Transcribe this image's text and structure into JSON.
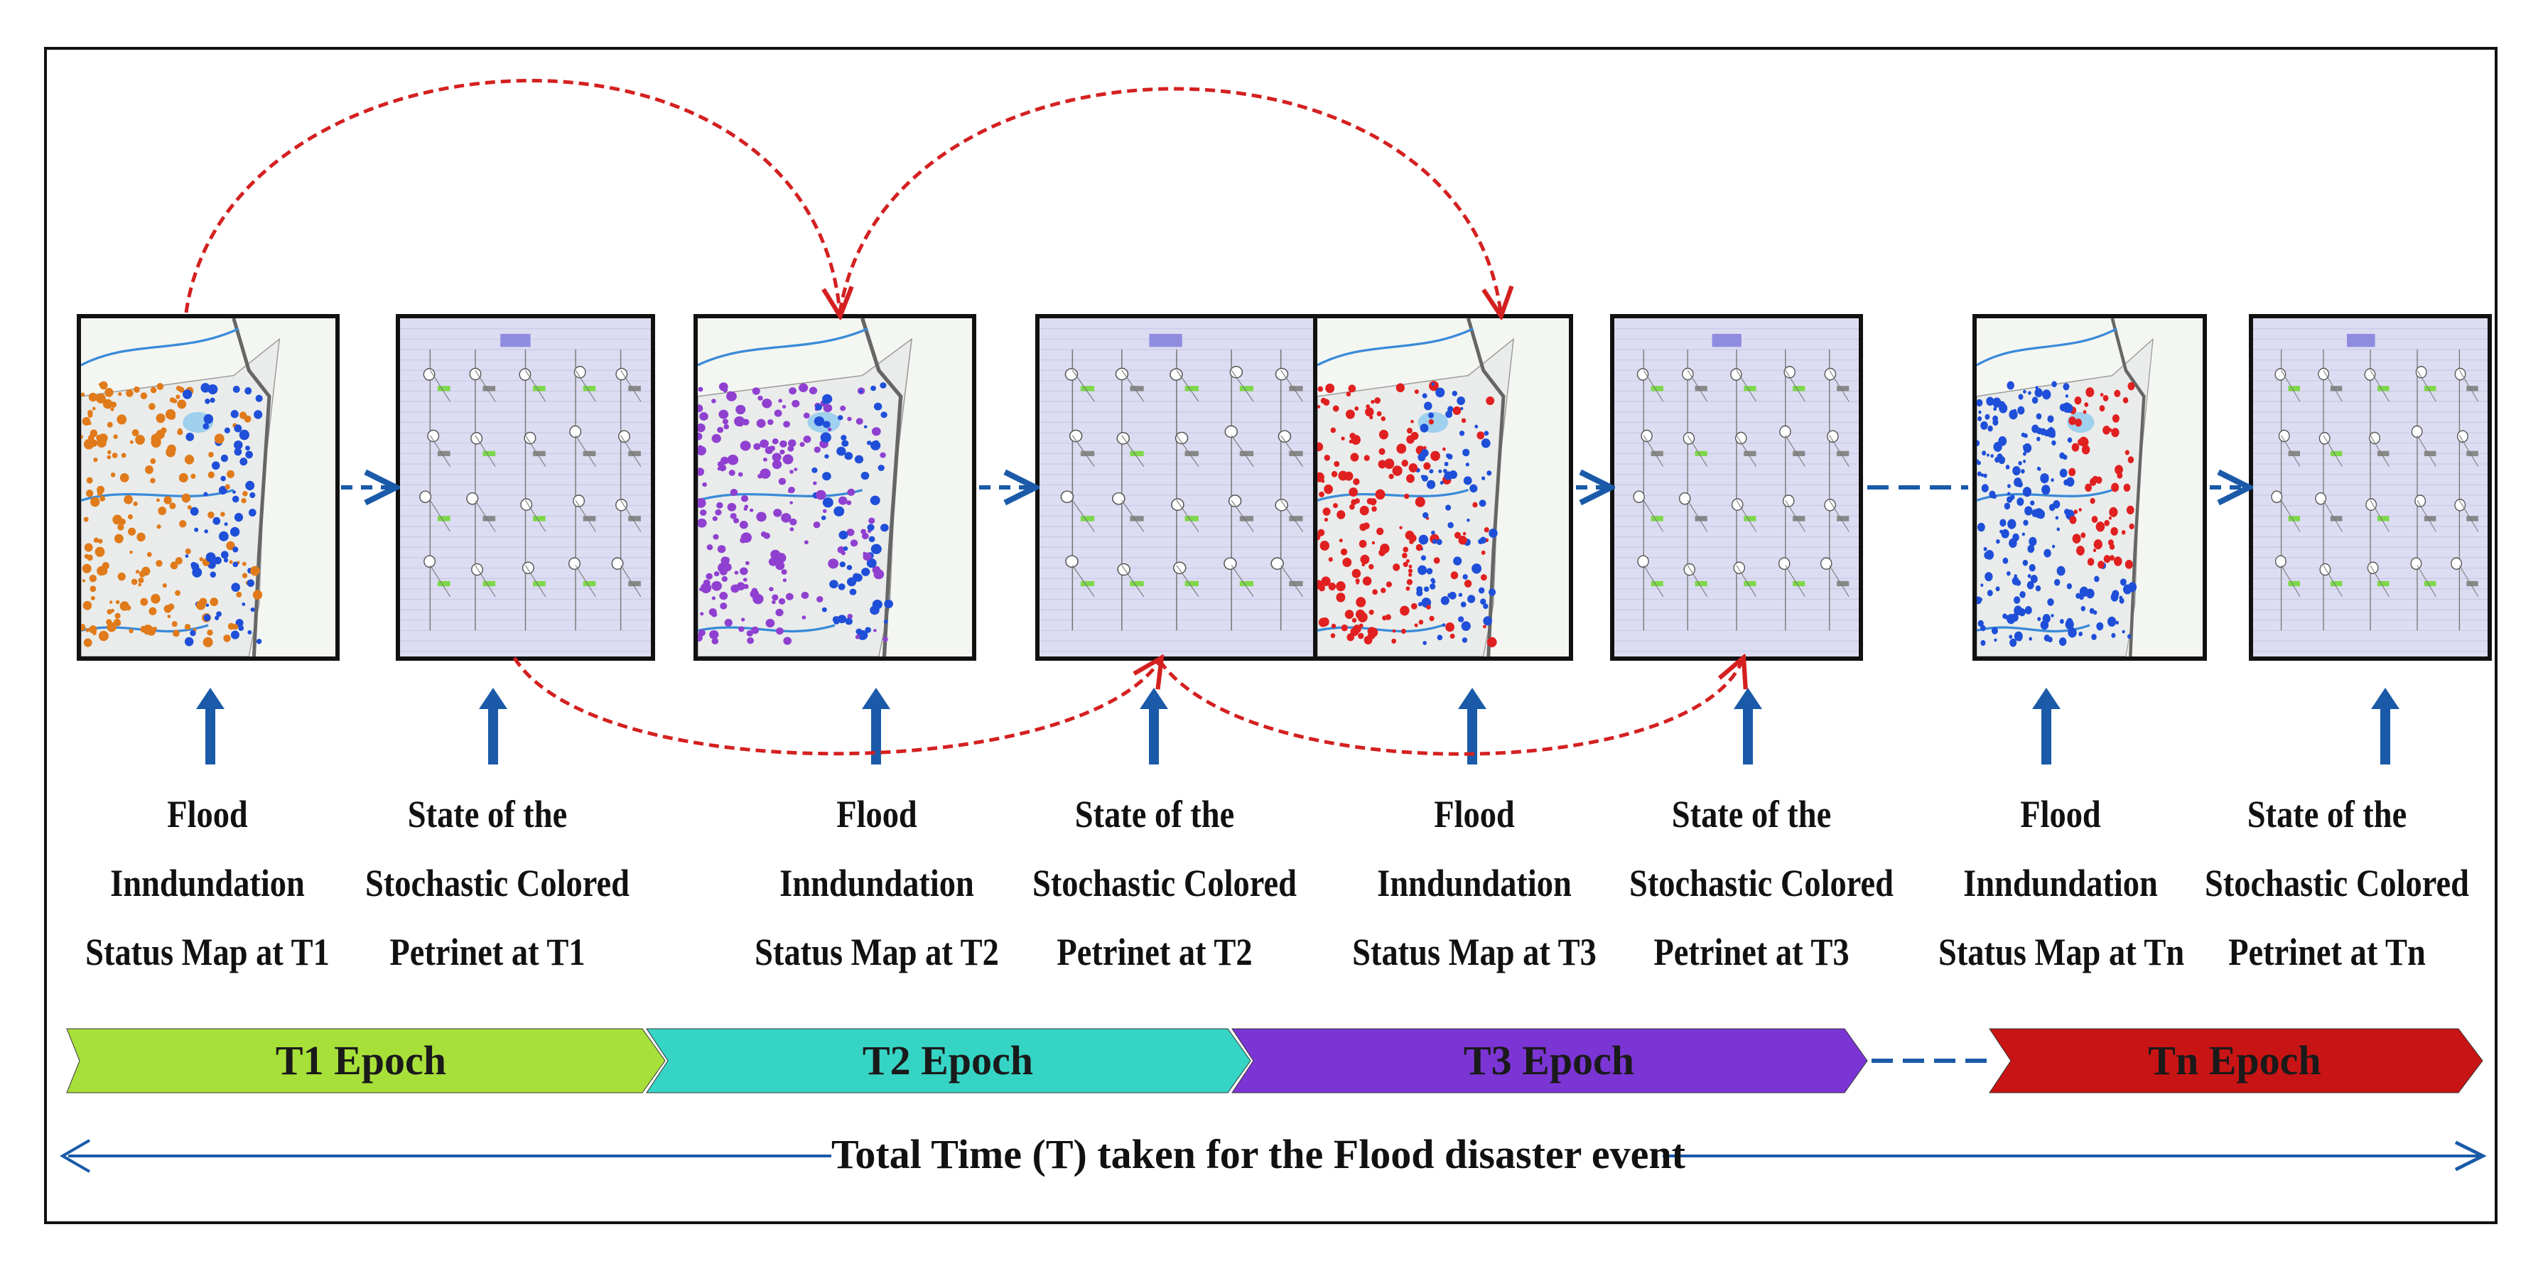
{
  "captions": [
    {
      "lines": [
        "Flood",
        "Inndundation",
        "Status Map at T1"
      ]
    },
    {
      "lines": [
        "State of the",
        "Stochastic Colored",
        "Petrinet at T1"
      ]
    },
    {
      "lines": [
        "Flood",
        "Inndundation",
        "Status Map at T2"
      ]
    },
    {
      "lines": [
        "State of the",
        "Stochastic Colored",
        "Petrinet at T2"
      ]
    },
    {
      "lines": [
        "Flood",
        "Inndundation",
        "Status Map at T3"
      ]
    },
    {
      "lines": [
        "State of the",
        "Stochastic Colored",
        "Petrinet at T3"
      ]
    },
    {
      "lines": [
        "Flood",
        "Inndundation",
        "Status Map at Tn"
      ]
    },
    {
      "lines": [
        "State of the",
        "Stochastic Colored",
        "Petrinet at Tn"
      ]
    }
  ],
  "epochs": [
    {
      "label": "T1  Epoch",
      "color": "#a8e03a"
    },
    {
      "label": "T2 Epoch",
      "color": "#36d4c4"
    },
    {
      "label": "T3  Epoch",
      "color": "#7b35d4"
    },
    {
      "label": "Tn  Epoch",
      "color": "#c81414"
    }
  ],
  "total_label": "Total Time (T) taken for the Flood disaster event",
  "colors": {
    "arrow_blue": "#1a5aa8",
    "feedback_red": "#d42020",
    "map_dots": [
      "#e07a1a",
      "#9040d0",
      "#e02020",
      "#1f4fd8"
    ]
  }
}
